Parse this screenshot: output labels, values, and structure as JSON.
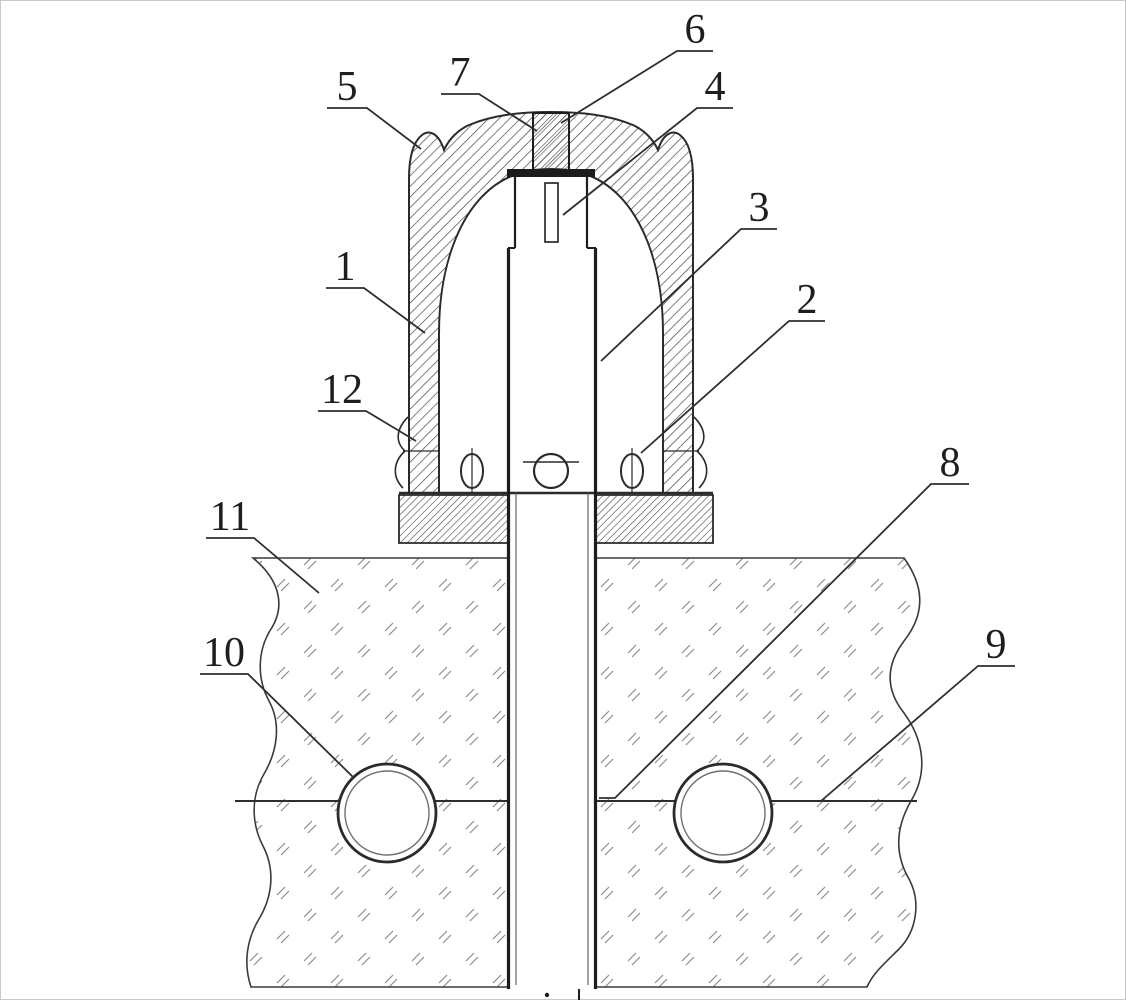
{
  "figure": {
    "type": "technical-cross-section-drawing",
    "description": "Patent-style sectional drawing of a capped tubular device anchored through a hatched ground/concrete layer with two buried pipe cross-sections",
    "part_labels": [
      {
        "ref": "1"
      },
      {
        "ref": "2"
      },
      {
        "ref": "3"
      },
      {
        "ref": "4"
      },
      {
        "ref": "5"
      },
      {
        "ref": "6"
      },
      {
        "ref": "7"
      },
      {
        "ref": "8"
      },
      {
        "ref": "9"
      },
      {
        "ref": "10"
      },
      {
        "ref": "11"
      },
      {
        "ref": "12"
      }
    ]
  },
  "colors": {
    "line": "#2b2b2b",
    "hatch": "#474747",
    "ground_mark": "#8c8c8c",
    "background": "#ffffff"
  }
}
